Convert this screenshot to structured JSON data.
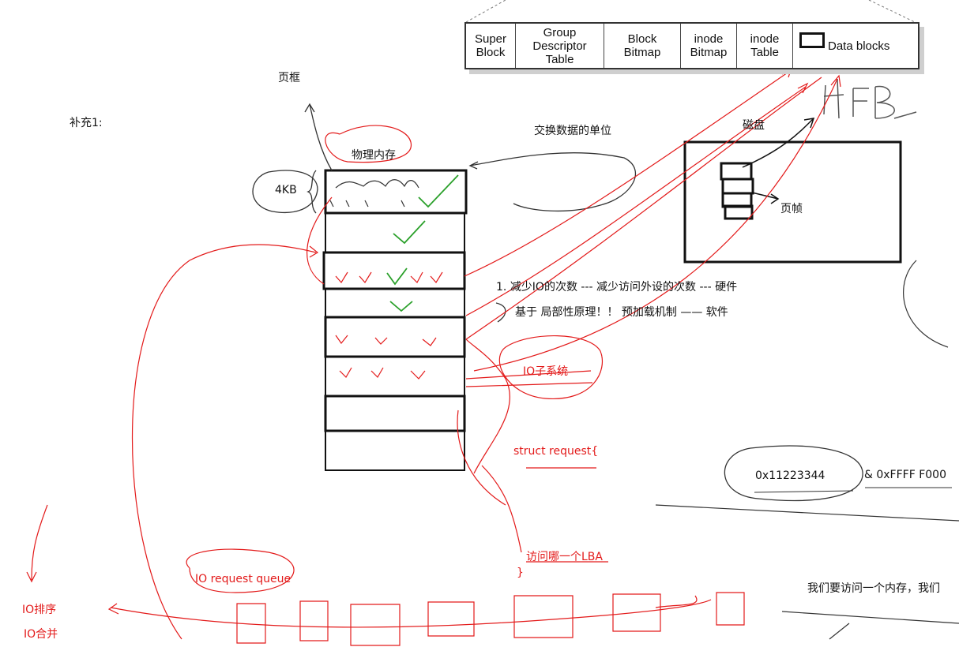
{
  "fs_layout": {
    "cells": [
      "Super\nBlock",
      "Group\nDescriptor\nTable",
      "Block\nBitmap",
      "inode\nBitmap",
      "inode\nTable",
      "Data blocks"
    ]
  },
  "labels": {
    "page_frame": "页框",
    "supplement": "补充1:",
    "physical_memory": "物理内存",
    "exchange_unit": "交换数据的单位",
    "disk": "磁盘",
    "size_4kb": "4KB",
    "page_frame_disk": "页帧",
    "hw_note": "1. 减少IO的次数 --- 减少访问外设的次数 --- 硬件",
    "sw_note": "基于  局部性原理！！ 预加载机制 ——  软件",
    "hex_value": "0x11223344",
    "hex_mask": "& 0xFFFF F000",
    "memory_access": "我们要访问一个内存，我们"
  },
  "red_labels": {
    "io_subsystem": "IO子系统",
    "struct_request": "struct request{",
    "which_lba": "访问哪一个LBA",
    "close_brace": "}",
    "io_request_queue": "IO request queue",
    "io_sort": "IO排序",
    "io_merge": "IO合并"
  },
  "colors": {
    "ink": "#111111",
    "red_pen": "#e31a1a",
    "green_pen": "#2aa02a"
  }
}
